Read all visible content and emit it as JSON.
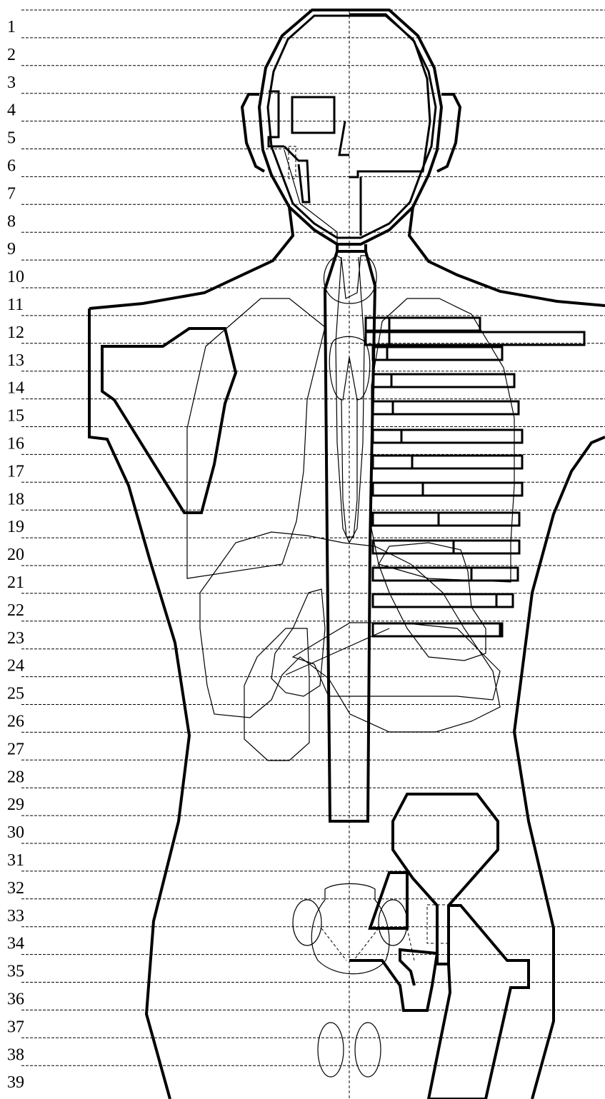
{
  "row_labels": [
    "1",
    "2",
    "3",
    "4",
    "5",
    "6",
    "7",
    "8",
    "9",
    "10",
    "11",
    "12",
    "13",
    "14",
    "15",
    "16",
    "17",
    "18",
    "19",
    "20",
    "21",
    "22",
    "23",
    "24",
    "25",
    "26",
    "27",
    "28",
    "29",
    "30",
    "31",
    "32",
    "33",
    "34",
    "35",
    "36",
    "37",
    "38",
    "39"
  ]
}
